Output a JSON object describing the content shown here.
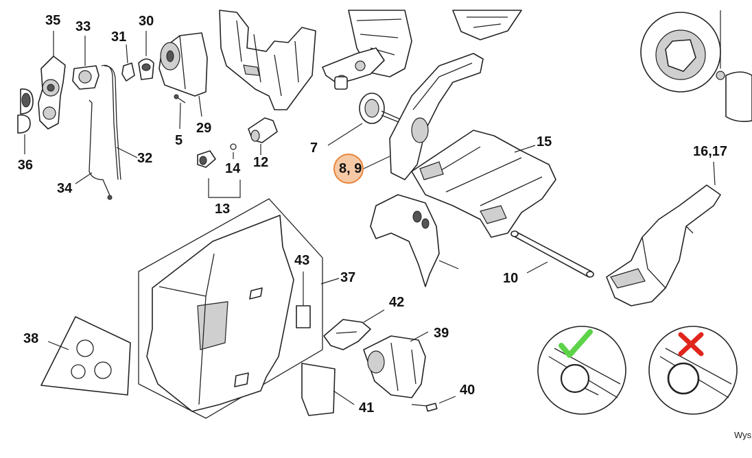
{
  "callouts": {
    "c35": "35",
    "c33": "33",
    "c31": "31",
    "c30": "30",
    "c36": "36",
    "c5": "5",
    "c29": "29",
    "c32": "32",
    "c34": "34",
    "c14": "14",
    "c12": "12",
    "c13": "13",
    "c7": "7",
    "c8_9": "8, 9",
    "c15": "15",
    "c16_17": "16,17",
    "c10": "10",
    "c43": "43",
    "c37": "37",
    "c38": "38",
    "c42": "42",
    "c39": "39",
    "c40": "40",
    "c41": "41"
  },
  "footer_text": "Wys",
  "colors": {
    "highlight_fill": "#f6c9a6",
    "highlight_ring": "#e8843c",
    "check_green": "#5ed34a",
    "cross_red": "#e0261c"
  },
  "icons": {
    "correct": "check-icon",
    "incorrect": "cross-icon"
  }
}
